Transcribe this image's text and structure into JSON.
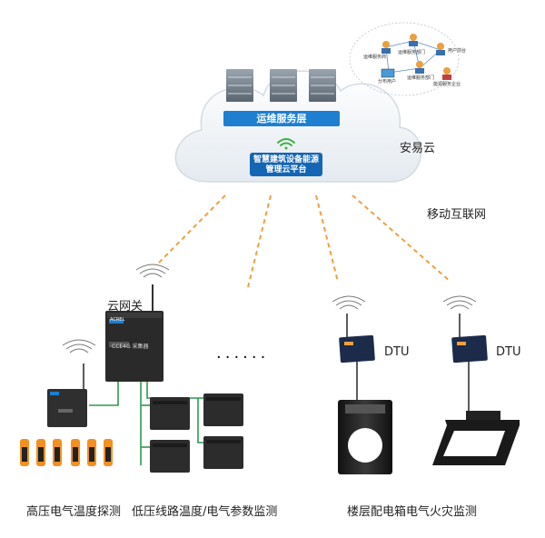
{
  "cloud": {
    "service_layer": "运维服务层",
    "platform_line1": "智慧建筑设备能源",
    "platform_line2": "管理云平台",
    "cloud_name": "安易云",
    "network": "移动互联网"
  },
  "users": [
    "运维服务商",
    "运维服务部门",
    "用户前台",
    "分布用户",
    "运维服务部门",
    "能源服务企业"
  ],
  "gateway": {
    "label": "云网关",
    "brand": "ACREL",
    "model": "CCE4G 采集器"
  },
  "dtu_label": "DTU",
  "ellipsis": "......",
  "bottom": {
    "left": "高压电气温度探测",
    "middle": "低压线路温度/电气参数监测",
    "right": "楼层配电箱电气火灾监测"
  },
  "colors": {
    "accent_blue": "#1e7fd0",
    "dash_orange": "#f0a040",
    "device_black": "#2a2a2a"
  }
}
